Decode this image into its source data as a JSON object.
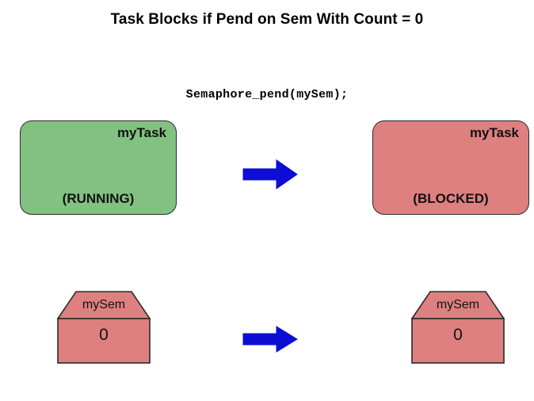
{
  "page": {
    "title": "Task Blocks if Pend on Sem With Count = 0",
    "background_color": "#ffffff"
  },
  "code_caption": {
    "text": "Semaphore_pend(mySem);"
  },
  "colors": {
    "running_fill": "#82c182",
    "blocked_fill": "#de8080",
    "semaphore_fill": "#de8080",
    "arrow_blue": "#0d0dd6",
    "outline": "#2b2b2b"
  },
  "before": {
    "task": {
      "name": "myTask",
      "state": "(RUNNING)"
    },
    "semaphore": {
      "name": "mySem",
      "count": "0"
    }
  },
  "after": {
    "task": {
      "name": "myTask",
      "state": "(BLOCKED)"
    },
    "semaphore": {
      "name": "mySem",
      "count": "0"
    }
  },
  "transitions": {
    "task_arrow": "right-arrow-icon",
    "semaphore_arrow": "right-arrow-icon"
  }
}
